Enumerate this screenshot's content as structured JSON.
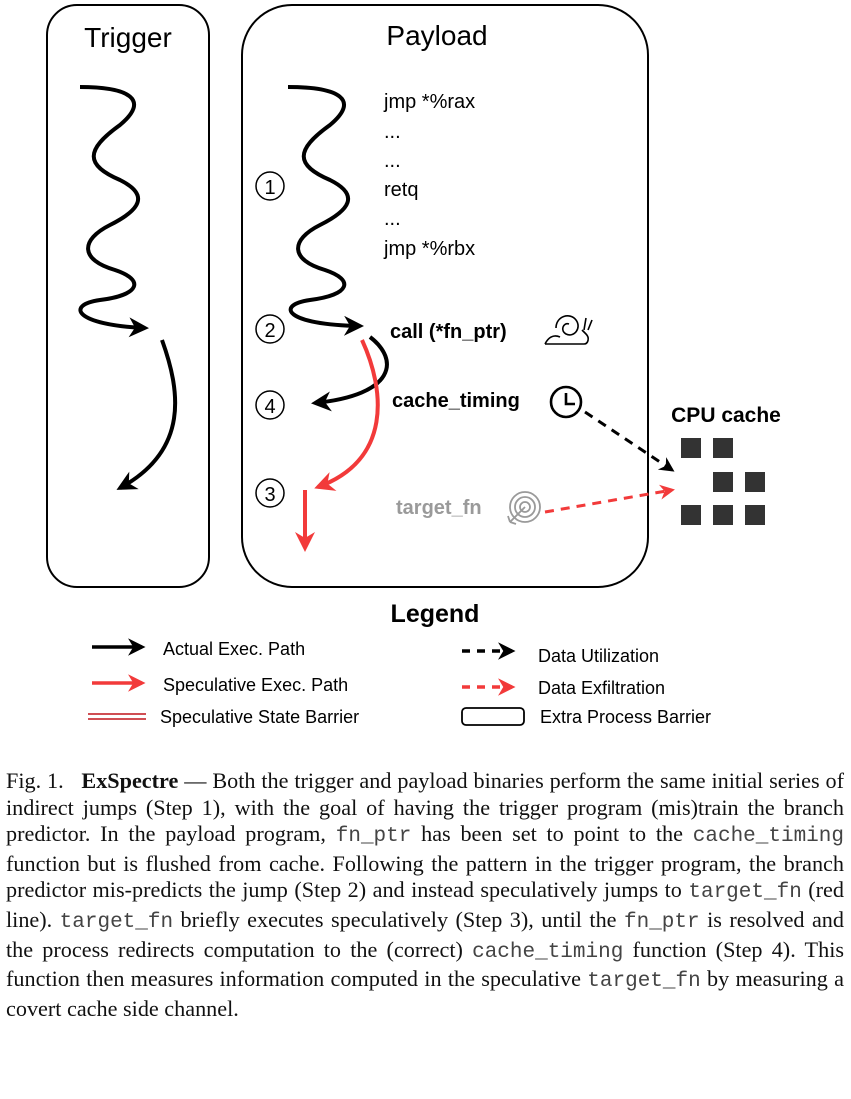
{
  "colors": {
    "black": "#000000",
    "red": "#f23a3a",
    "gray": "#9a9a9a",
    "cache_block": "#333333"
  },
  "trigger": {
    "title": "Trigger"
  },
  "payload": {
    "title": "Payload",
    "code": [
      "jmp *%rax",
      "...",
      "...",
      "retq",
      "...",
      "jmp *%rbx"
    ],
    "call_label": "call (*fn_ptr)",
    "cache_timing_label": "cache_timing",
    "target_fn_label": "target_fn",
    "steps": [
      "1",
      "2",
      "4",
      "3"
    ]
  },
  "cpu_cache": {
    "title": "CPU cache"
  },
  "legend": {
    "title": "Legend",
    "items": {
      "actual": "Actual Exec. Path",
      "speculative": "Speculative Exec. Path",
      "state_barrier": "Speculative State Barrier",
      "utilization": "Data Utilization",
      "exfiltration": "Data Exfiltration",
      "process_barrier": "Extra Process Barrier"
    }
  },
  "caption": {
    "label": "Fig. 1.",
    "title": "ExSpectre",
    "dash": " — ",
    "parts": [
      "Both the trigger and payload binaries perform the same initial series of indirect jumps (Step 1), with the goal of having the trigger program (mis)train the branch predictor. In the payload program, ",
      "fn_ptr",
      " has been set to point to the ",
      "cache_timing",
      " function but is flushed from cache. Following the pattern in the trigger program, the branch predictor mis-predicts the jump (Step 2) and instead speculatively jumps to ",
      "target_fn",
      " (red line). ",
      "target_fn",
      " briefly executes speculatively (Step 3), until the ",
      "fn_ptr",
      " is resolved and the process redirects computation to the (correct) ",
      "cache_timing",
      " function (Step 4). This function then measures information computed in the speculative ",
      "target_fn",
      " by measuring a covert cache side channel."
    ]
  }
}
